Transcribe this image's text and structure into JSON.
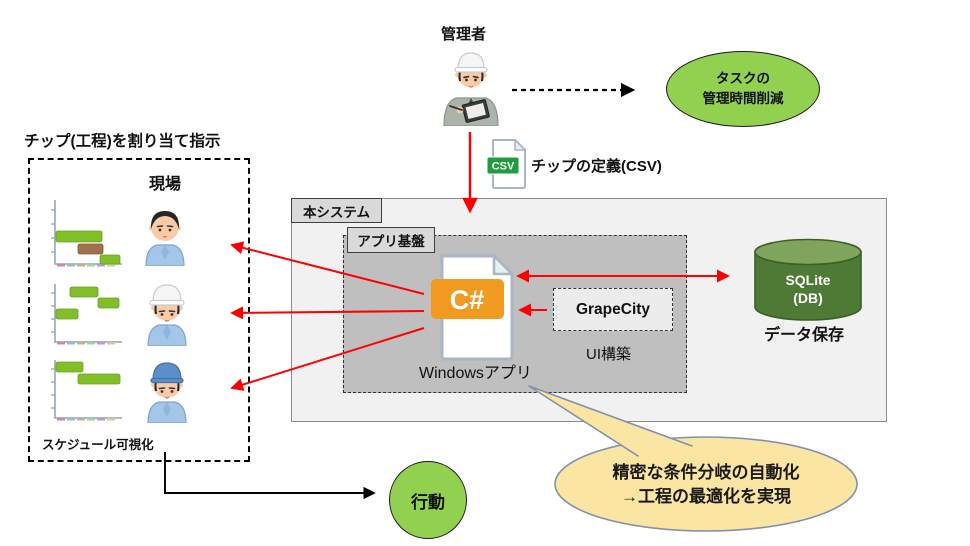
{
  "colors": {
    "accent_green": "#92D050",
    "bar_green": "#82BE28",
    "bar_brown": "#A0714C",
    "db_green": "#4E7A35",
    "db_green_top": "#7EA55B",
    "arrow_red": "#FF0000",
    "csharp_orange": "#F09A1F",
    "csv_green": "#1E9E3E",
    "bubble_yellow": "#FBE5A2",
    "panel_gray": "#BFBFBF",
    "box_gray": "#F1F1F1"
  },
  "left_panel": {
    "title": "チップ(工程)を割り当て指示",
    "site_label": "現場",
    "caption": "スケジュール可視化",
    "charts": [
      {
        "bars": [
          {
            "x": 8,
            "y": 33,
            "w": 46,
            "h": 11,
            "color": "#82BE28",
            "stroke": "#6aa31e"
          },
          {
            "x": 30,
            "y": 46,
            "w": 25,
            "h": 10,
            "color": "#A0714C",
            "stroke": "#85583a"
          },
          {
            "x": 52,
            "y": 57,
            "w": 20,
            "h": 9,
            "color": "#82BE28",
            "stroke": "#6aa31e"
          }
        ]
      },
      {
        "bars": [
          {
            "x": 22,
            "y": 5,
            "w": 28,
            "h": 10,
            "color": "#82BE28",
            "stroke": "#6aa31e"
          },
          {
            "x": 50,
            "y": 16,
            "w": 21,
            "h": 10,
            "color": "#82BE28",
            "stroke": "#6aa31e"
          },
          {
            "x": 8,
            "y": 27,
            "w": 22,
            "h": 10,
            "color": "#82BE28",
            "stroke": "#6aa31e"
          }
        ]
      },
      {
        "bars": [
          {
            "x": 8,
            "y": 4,
            "w": 27,
            "h": 10,
            "color": "#82BE28",
            "stroke": "#6aa31e"
          },
          {
            "x": 30,
            "y": 16,
            "w": 42,
            "h": 10,
            "color": "#82BE28",
            "stroke": "#6aa31e"
          }
        ]
      }
    ]
  },
  "action": {
    "label": "行動"
  },
  "manager": {
    "label": "管理者"
  },
  "benefit": {
    "line1": "タスクの",
    "line2": "管理時間削減"
  },
  "csv": {
    "badge": "CSV",
    "label": "チップの定義(CSV)"
  },
  "system": {
    "label": "本システム"
  },
  "app_platform": {
    "label": "アプリ基盤",
    "csharp_label": "C#",
    "windows_label": "Windowsアプリ"
  },
  "grapecity": {
    "label": "GrapeCity",
    "caption": "UI構築"
  },
  "database": {
    "line1": "SQLite",
    "line2": "(DB)",
    "caption": "データ保存"
  },
  "bubble": {
    "line1": "精密な条件分岐の自動化",
    "line2": "→工程の最適化を実現"
  }
}
